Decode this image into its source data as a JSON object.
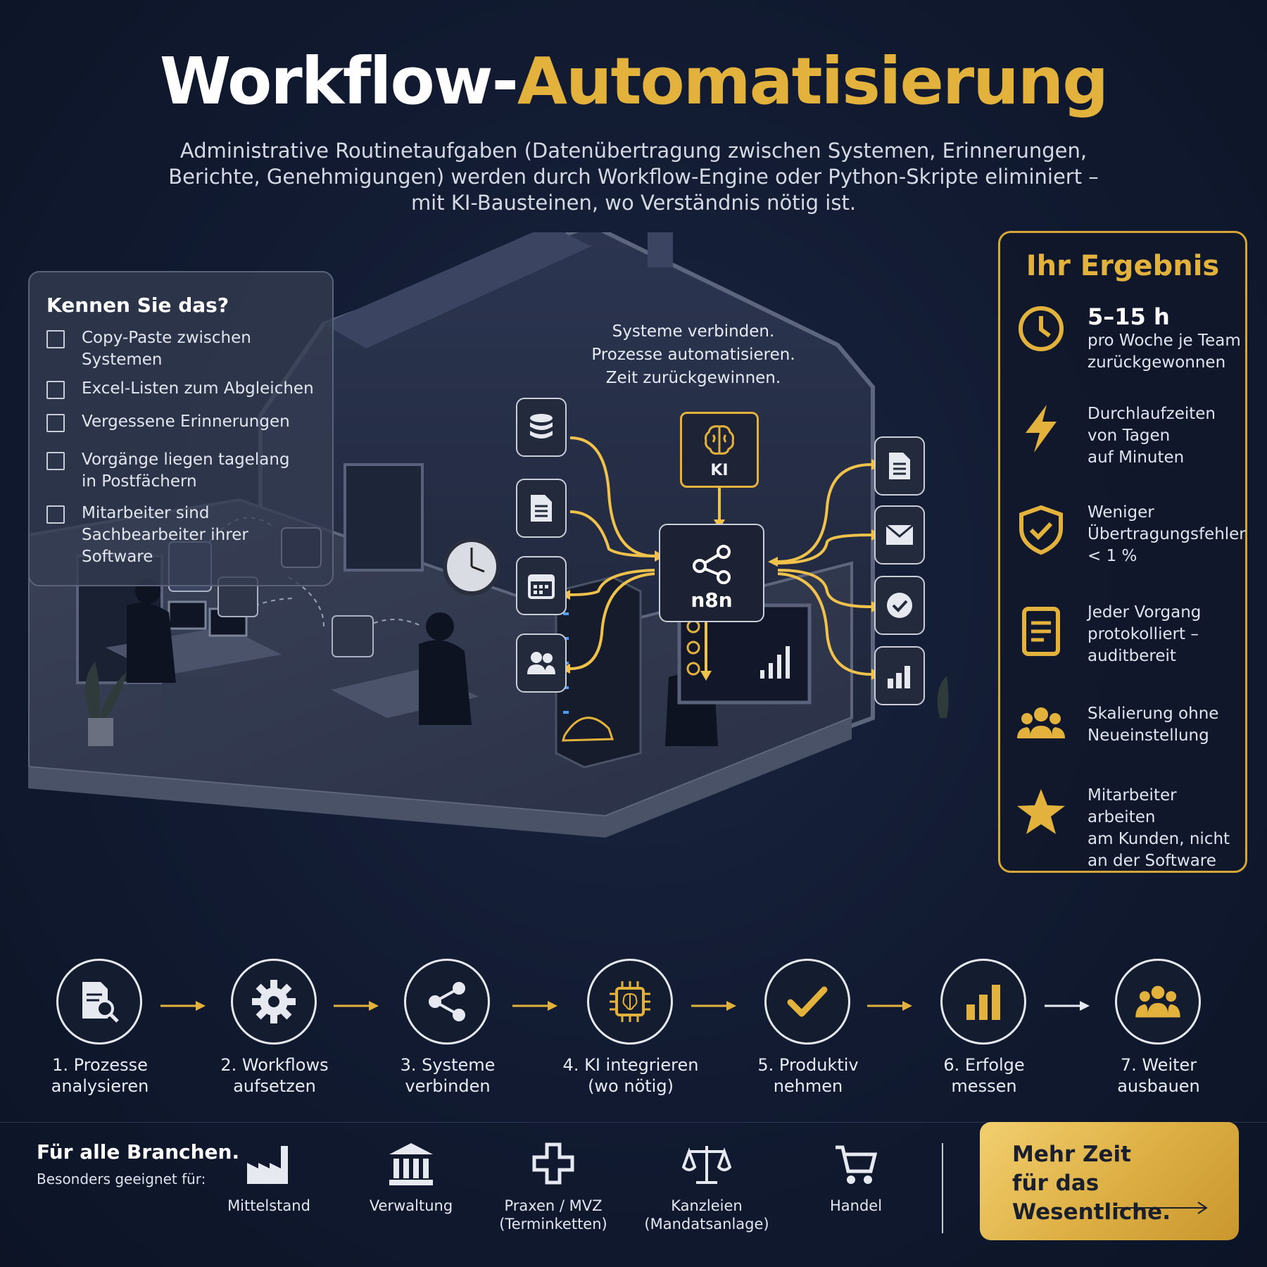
{
  "header": {
    "title_part1": "Workflow-",
    "title_part2": "Automatisierung",
    "subtitle_line1": "Administrative Routinetaufgaben (Datenübertragung zwischen Systemen, Erinnerungen,",
    "subtitle_line2": "Berichte, Genehmigungen) werden durch Workflow-Engine oder Python-Skripte eliminiert –",
    "subtitle_line3": "mit KI-Bausteinen, wo Verständnis nötig ist."
  },
  "pain_points": {
    "title": "Kennen Sie das?",
    "items": [
      {
        "l1": "Copy-Paste zwischen",
        "l2": "Systemen",
        "l3": ""
      },
      {
        "l1": "Excel-Listen zum Abgleichen",
        "l2": "",
        "l3": ""
      },
      {
        "l1": "Vergessene Erinnerungen",
        "l2": "",
        "l3": ""
      },
      {
        "l1": "Vorgänge liegen tagelang",
        "l2": "in Postfächern",
        "l3": ""
      },
      {
        "l1": "Mitarbeiter sind",
        "l2": "Sachbearbeiter ihrer",
        "l3": "Software"
      }
    ]
  },
  "scene": {
    "tagline_1": "Systeme verbinden.",
    "tagline_2": "Prozesse automatisieren.",
    "tagline_3": "Zeit zurückgewinnen.",
    "ki_label": "KI",
    "engine_label": "n8n",
    "input_icons": [
      "database-icon",
      "document-icon",
      "calendar-icon",
      "users-icon"
    ],
    "output_icons": [
      "document-icon",
      "mail-icon",
      "check-icon",
      "bar-chart-icon"
    ]
  },
  "results": {
    "title": "Ihr Ergebnis",
    "items": [
      {
        "icon": "clock-icon",
        "big": "5–15 h",
        "l1": "pro Woche je Team",
        "l2": "zurückgewonnen",
        "l3": ""
      },
      {
        "icon": "lightning-icon",
        "big": "",
        "l1": "Durchlaufzeiten",
        "l2": "von Tagen",
        "l3": "auf Minuten"
      },
      {
        "icon": "shield-check-icon",
        "big": "",
        "l1": "Weniger",
        "l2": "Übertragungsfehler",
        "l3": "< 1 %"
      },
      {
        "icon": "protocol-icon",
        "big": "",
        "l1": "Jeder Vorgang",
        "l2": "protokolliert –",
        "l3": "auditbereit"
      },
      {
        "icon": "team-icon",
        "big": "",
        "l1": "Skalierung ohne",
        "l2": "Neueinstellung",
        "l3": ""
      },
      {
        "icon": "star-icon",
        "big": "",
        "l1": "Mitarbeiter arbeiten",
        "l2": "am Kunden, nicht",
        "l3": "an der Software"
      }
    ]
  },
  "steps": [
    {
      "l1": "1. Prozesse",
      "l2": "analysieren",
      "icon": "document-search-icon"
    },
    {
      "l1": "2. Workflows",
      "l2": "aufsetzen",
      "icon": "gear-icon"
    },
    {
      "l1": "3. Systeme",
      "l2": "verbinden",
      "icon": "share-icon"
    },
    {
      "l1": "4. KI integrieren",
      "l2": "(wo nötig)",
      "icon": "ai-chip-icon"
    },
    {
      "l1": "5. Produktiv",
      "l2": "nehmen",
      "icon": "checkmark-icon"
    },
    {
      "l1": "6. Erfolge",
      "l2": "messen",
      "icon": "bar-chart-icon"
    },
    {
      "l1": "7. Weiter",
      "l2": "ausbauen",
      "icon": "team-icon"
    }
  ],
  "branchen": {
    "title": "Für alle Branchen.",
    "subtitle": "Besonders geeignet für:",
    "items": [
      {
        "l1": "Mittelstand",
        "l2": "",
        "icon": "factory-icon"
      },
      {
        "l1": "Verwaltung",
        "l2": "",
        "icon": "government-building-icon"
      },
      {
        "l1": "Praxen / MVZ",
        "l2": "(Terminketten)",
        "icon": "medical-cross-icon"
      },
      {
        "l1": "Kanzleien",
        "l2": "(Mandatsanlage)",
        "icon": "scales-icon"
      },
      {
        "l1": "Handel",
        "l2": "",
        "icon": "cart-icon"
      }
    ]
  },
  "cta": {
    "line1": "Mehr Zeit",
    "line2": "für das Wesentliche."
  },
  "colors": {
    "accent_gold": "#e3b23c",
    "background": "#111a30",
    "card": "#343c52"
  }
}
